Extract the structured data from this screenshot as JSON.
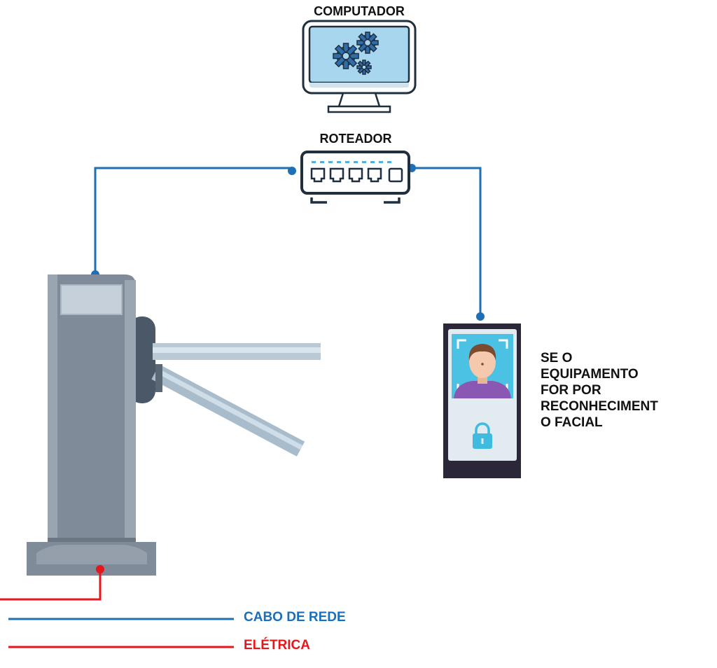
{
  "labels": {
    "computer": "COMPUTADOR",
    "router": "ROTEADOR"
  },
  "note": {
    "lines": [
      "SE O",
      "EQUIPAMENTO",
      "FOR POR",
      "RECONHECIMENT",
      "O FACIAL"
    ]
  },
  "legend": {
    "network_cable": "CABO DE REDE",
    "electric": "ELÉTRICA"
  },
  "colors": {
    "network": "#1e6fb5",
    "electric": "#e8151b",
    "network_label": "#1a6fb8",
    "electric_label": "#e8151b"
  },
  "icons": [
    "computer-monitor-icon",
    "gears-icon",
    "router-icon",
    "turnstile-icon",
    "facial-recognition-terminal-icon",
    "lock-icon"
  ]
}
